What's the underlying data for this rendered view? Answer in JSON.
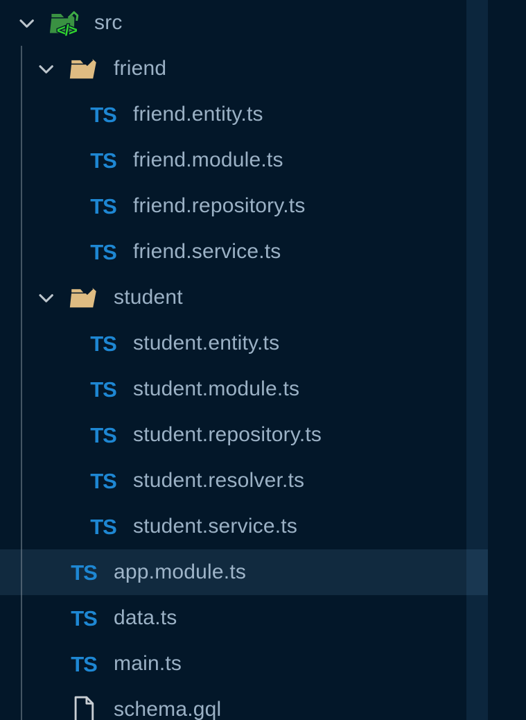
{
  "glyphs": {
    "typescript": "TS",
    "code": "</>"
  },
  "colors": {
    "background": "#031729",
    "selection_background": "#112a3f",
    "label_text": "#9bb1c5",
    "typescript_icon_blue": "#1e87d3",
    "folder_tan": "#dfbc82",
    "src_folder_green": "#3a9142",
    "src_code_green": "#2fd32f",
    "chevron_gray": "#bcc5cc",
    "file_icon_gray": "#c9ced3",
    "indent_guide_gray": "#8c98a3"
  },
  "tree": {
    "items": [
      {
        "label": "src",
        "depth": 0,
        "kind": "folder-src",
        "expanded": true,
        "selected": false,
        "icon": "folder-src-open-icon"
      },
      {
        "label": "friend",
        "depth": 1,
        "kind": "folder",
        "expanded": true,
        "selected": false,
        "icon": "folder-open-icon"
      },
      {
        "label": "friend.entity.ts",
        "depth": 2,
        "kind": "ts",
        "expanded": false,
        "selected": false,
        "icon": "typescript-icon"
      },
      {
        "label": "friend.module.ts",
        "depth": 2,
        "kind": "ts",
        "expanded": false,
        "selected": false,
        "icon": "typescript-icon"
      },
      {
        "label": "friend.repository.ts",
        "depth": 2,
        "kind": "ts",
        "expanded": false,
        "selected": false,
        "icon": "typescript-icon"
      },
      {
        "label": "friend.service.ts",
        "depth": 2,
        "kind": "ts",
        "expanded": false,
        "selected": false,
        "icon": "typescript-icon"
      },
      {
        "label": "student",
        "depth": 1,
        "kind": "folder",
        "expanded": true,
        "selected": false,
        "icon": "folder-open-icon"
      },
      {
        "label": "student.entity.ts",
        "depth": 2,
        "kind": "ts",
        "expanded": false,
        "selected": false,
        "icon": "typescript-icon"
      },
      {
        "label": "student.module.ts",
        "depth": 2,
        "kind": "ts",
        "expanded": false,
        "selected": false,
        "icon": "typescript-icon"
      },
      {
        "label": "student.repository.ts",
        "depth": 2,
        "kind": "ts",
        "expanded": false,
        "selected": false,
        "icon": "typescript-icon"
      },
      {
        "label": "student.resolver.ts",
        "depth": 2,
        "kind": "ts",
        "expanded": false,
        "selected": false,
        "icon": "typescript-icon"
      },
      {
        "label": "student.service.ts",
        "depth": 2,
        "kind": "ts",
        "expanded": false,
        "selected": false,
        "icon": "typescript-icon"
      },
      {
        "label": "app.module.ts",
        "depth": 1,
        "kind": "ts",
        "expanded": false,
        "selected": true,
        "icon": "typescript-icon"
      },
      {
        "label": "data.ts",
        "depth": 1,
        "kind": "ts",
        "expanded": false,
        "selected": false,
        "icon": "typescript-icon"
      },
      {
        "label": "main.ts",
        "depth": 1,
        "kind": "ts",
        "expanded": false,
        "selected": false,
        "icon": "typescript-icon"
      },
      {
        "label": "schema.gql",
        "depth": 1,
        "kind": "file",
        "expanded": false,
        "selected": false,
        "icon": "file-icon"
      }
    ]
  }
}
